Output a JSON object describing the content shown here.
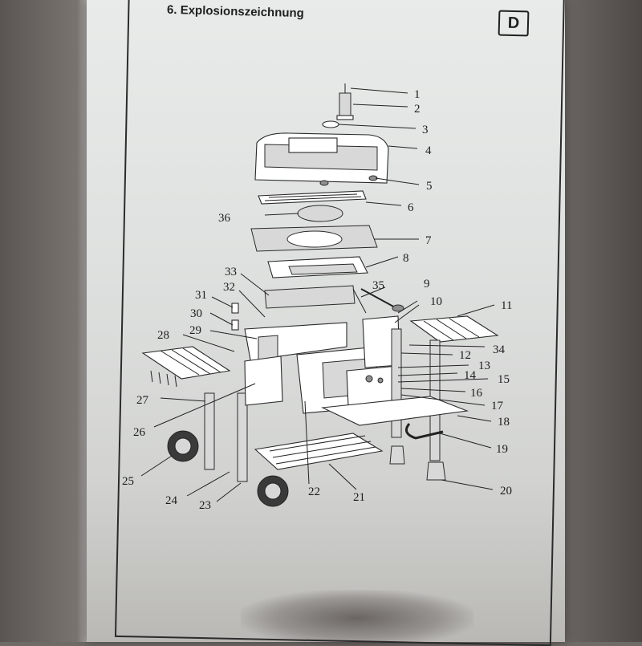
{
  "header": {
    "title": "6. Explosionszeichnung",
    "section_badge": "D"
  },
  "diagram": {
    "callouts": [
      "1",
      "2",
      "3",
      "4",
      "5",
      "6",
      "7",
      "8",
      "9",
      "10",
      "11",
      "12",
      "13",
      "14",
      "15",
      "16",
      "17",
      "18",
      "19",
      "20",
      "21",
      "22",
      "23",
      "24",
      "25",
      "26",
      "27",
      "28",
      "29",
      "30",
      "31",
      "32",
      "33",
      "34",
      "35",
      "36"
    ]
  }
}
